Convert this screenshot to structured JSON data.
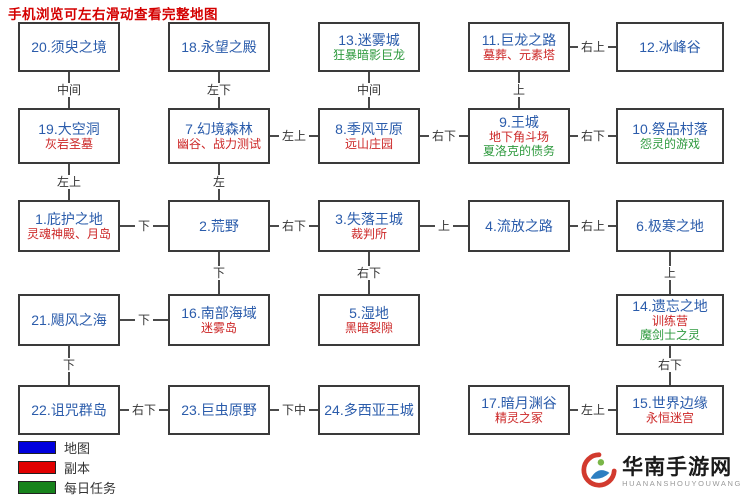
{
  "page": {
    "title": "手机浏览可左右滑动查看完整地图"
  },
  "colors": {
    "map_text": "#2b5cab",
    "dungeon_text": "#cc2727",
    "daily_text": "#2f9a3f",
    "title_red": "#d40000",
    "legend_map": "#0000dd",
    "legend_dungeon": "#e10000",
    "legend_daily": "#17831c"
  },
  "nodes": {
    "1": {
      "label": "1.庇护之地",
      "dungeon": "灵魂神殿、月岛"
    },
    "2": {
      "label": "2.荒野"
    },
    "3": {
      "label": "3.失落王城",
      "dungeon": "裁判所"
    },
    "4": {
      "label": "4.流放之路"
    },
    "5": {
      "label": "5.湿地",
      "dungeon": "黑暗裂隙"
    },
    "6": {
      "label": "6.极寒之地"
    },
    "7": {
      "label": "7.幻境森林",
      "dungeon": "幽谷、战力测试"
    },
    "8": {
      "label": "8.季风平原",
      "dungeon": "远山庄园"
    },
    "9": {
      "label": "9.王城",
      "dungeon": "地下角斗场",
      "daily": "夏洛克的债务"
    },
    "10": {
      "label": "10.祭品村落",
      "daily": "怨灵的游戏"
    },
    "11": {
      "label": "11.巨龙之路",
      "dungeon": "墓葬、元素塔"
    },
    "12": {
      "label": "12.冰峰谷"
    },
    "13": {
      "label": "13.迷雾城",
      "daily": "狂暴暗影巨龙"
    },
    "14": {
      "label": "14.遗忘之地",
      "dungeon": "训练营",
      "daily": "魔剑士之灵"
    },
    "15": {
      "label": "15.世界边缘",
      "dungeon": "永恒迷宫"
    },
    "16": {
      "label": "16.南部海域",
      "dungeon": "迷雾岛"
    },
    "17": {
      "label": "17.暗月渊谷",
      "dungeon": "精灵之冢"
    },
    "18": {
      "label": "18.永望之殿"
    },
    "19": {
      "label": "19.大空洞",
      "dungeon": "灰岩圣墓"
    },
    "20": {
      "label": "20.须臾之境"
    },
    "21": {
      "label": "21.飓风之海"
    },
    "22": {
      "label": "22.诅咒群岛"
    },
    "23": {
      "label": "23.巨虫原野"
    },
    "24": {
      "label": "24.多西亚王城"
    }
  },
  "links": {
    "v20_19": "中间",
    "v18_7": "左下",
    "v13_8": "中间",
    "v11_9": "上",
    "v19_1": "左上",
    "v7_2": "左",
    "v2_16": "下",
    "v3_5": "右下",
    "v6_14": "上",
    "v21_22": "下",
    "v14_15": "右下",
    "h11_12": "右上",
    "h7_8": "左上",
    "h8_9": "右下",
    "h9_10": "右下",
    "h1_2": "下",
    "h2_3": "右下",
    "h3_4": "上",
    "h4_6": "右上",
    "h21_16": "下",
    "h22_23": "右下",
    "h23_24": "下中",
    "h17_15": "左上"
  },
  "legend": {
    "map": "地图",
    "dungeon": "副本",
    "daily": "每日任务"
  },
  "watermark": {
    "name": "华南手游网",
    "sub": "HUANANSHOUYOUWANG"
  }
}
